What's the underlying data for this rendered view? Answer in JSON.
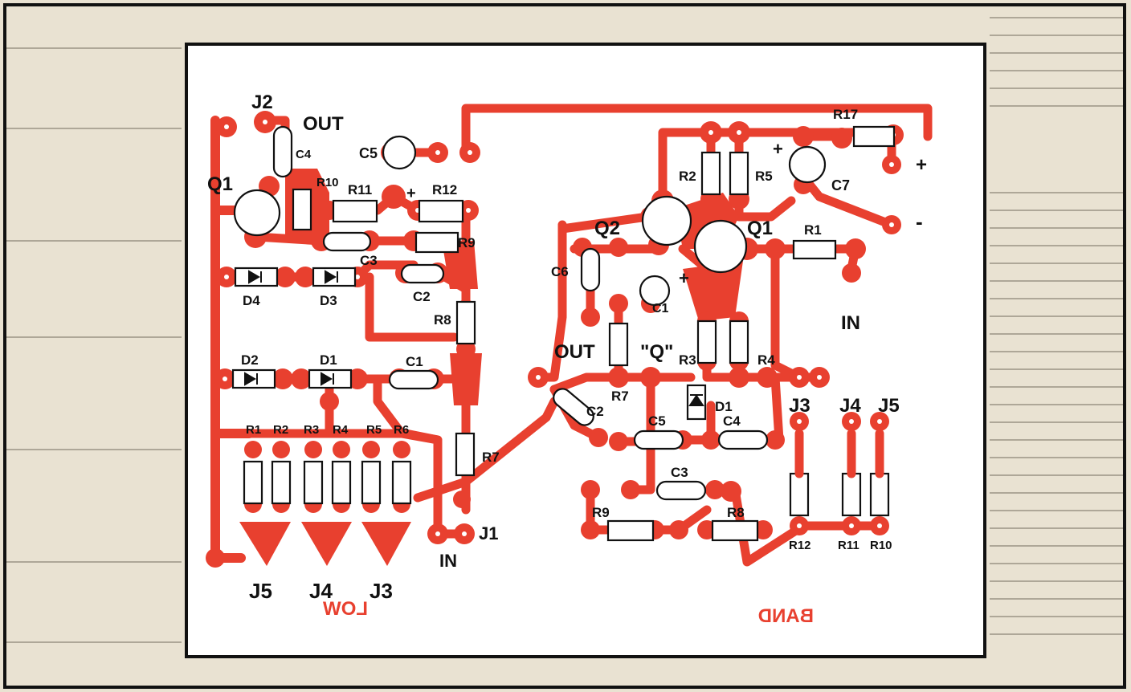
{
  "colors": {
    "copper": "#e8402f",
    "paper": "#ffffff",
    "ink": "#111111",
    "page": "#e9e2d2"
  },
  "left_board": {
    "J2": "J2",
    "OUT": "OUT",
    "Q1": "Q1",
    "C4": "C4",
    "C5": "C5",
    "R10": "R10",
    "R11": "R11",
    "plus": "+",
    "R12": "R12",
    "R9": "R9",
    "C3": "C3",
    "D4": "D4",
    "D3": "D3",
    "C2": "C2",
    "R8": "R8",
    "D2": "D2",
    "D1": "D1",
    "C1": "C1",
    "R1": "R1",
    "R2": "R2",
    "R3": "R3",
    "R4": "R4",
    "R5": "R5",
    "R6": "R6",
    "R7": "R7",
    "J1": "J1",
    "IN": "IN",
    "J5": "J5",
    "J4": "J4",
    "J3": "J3",
    "LOW": "LOW"
  },
  "right_board": {
    "R17": "R17",
    "R2": "R2",
    "R5": "R5",
    "plus_c7": "+",
    "C7": "C7",
    "plus_supply": "+",
    "minus_supply": "-",
    "Q2": "Q2",
    "Q1": "Q1",
    "R1": "R1",
    "C6": "C6",
    "plus_c1": "+",
    "C1": "C1",
    "IN": "IN",
    "OUT": "OUT",
    "Q_label": "\"Q\"",
    "R3": "R3",
    "R4": "R4",
    "R7": "R7",
    "D1": "D1",
    "C2": "C2",
    "C5": "C5",
    "C4": "C4",
    "J3": "J3",
    "J4": "J4",
    "J5": "J5",
    "C3": "C3",
    "R9": "R9",
    "R8": "R8",
    "R12": "R12",
    "R11": "R11",
    "R10": "R10",
    "BAND": "BAND"
  }
}
